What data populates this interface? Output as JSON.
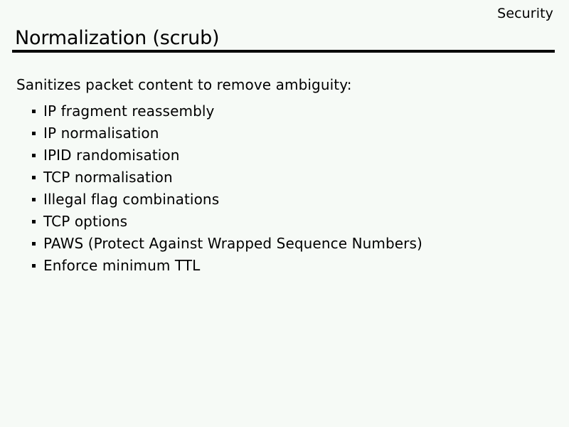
{
  "slide": {
    "header": "Security",
    "title": "Normalization (scrub)",
    "lead": "Sanitizes packet content to remove ambiguity:",
    "bullets": [
      {
        "label": "IP fragment reassembly"
      },
      {
        "label": "IP normalisation"
      },
      {
        "label": "IPID randomisation"
      },
      {
        "label": "TCP normalisation"
      },
      {
        "label": "Illegal flag combinations"
      },
      {
        "label": "TCP options"
      },
      {
        "label": "PAWS (Protect Against Wrapped Sequence Numbers)"
      },
      {
        "label": "Enforce minimum TTL"
      }
    ],
    "colors": {
      "background": "#f6faf6",
      "text": "#000000",
      "rule": "#000000"
    }
  }
}
